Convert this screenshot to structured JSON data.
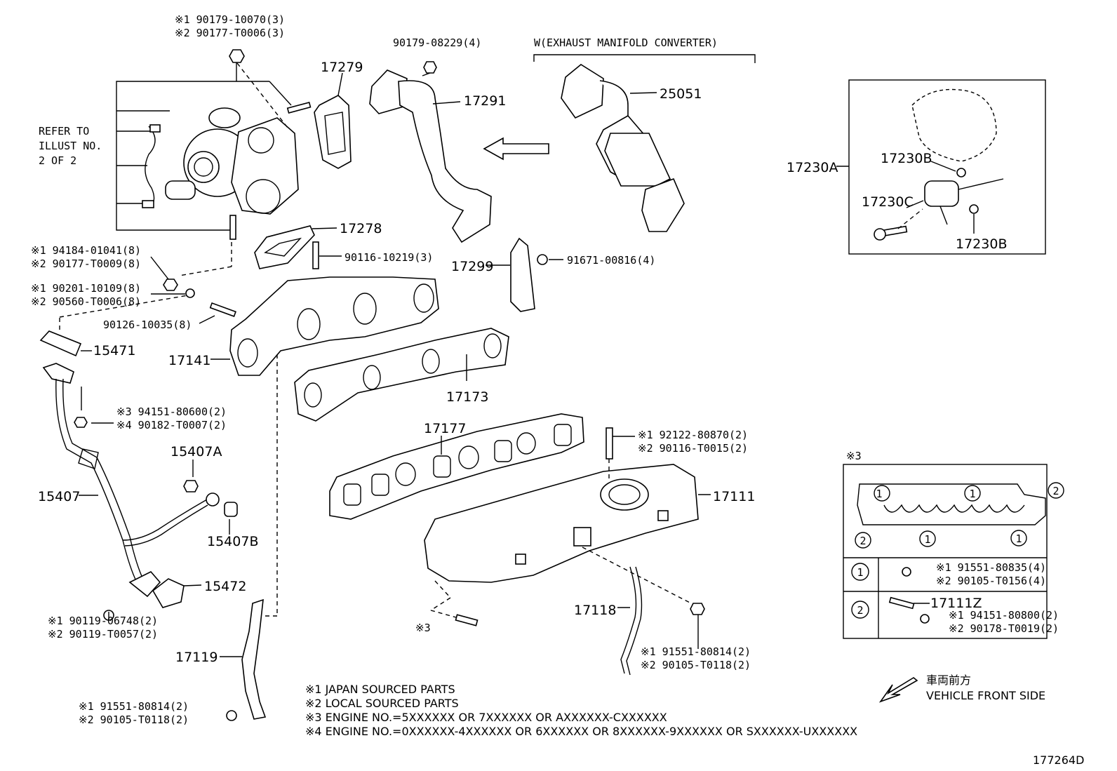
{
  "refer_note": [
    "REFER TO",
    "ILLUST NO.",
    "2 OF 2"
  ],
  "exhaust_header": "W(EXHAUST MANIFOLD CONVERTER)",
  "labels": {
    "p90179_10070": "※1 90179-10070(3)",
    "p90177_T0006": "※2 90177-T0006(3)",
    "p90179_08229": "90179-08229(4)",
    "p17279": "17279",
    "p17291": "17291",
    "p25051": "25051",
    "p17278": "17278",
    "p90116_10219": "90116-10219(3)",
    "p17299": "17299",
    "p91671_00816": "91671-00816(4)",
    "p94184_01041": "※1 94184-01041(8)",
    "p90177_T0009": "※2 90177-T0009(8)",
    "p90201_10109": "※1 90201-10109(8)",
    "p90560_T0006": "※2 90560-T0006(8)",
    "p90126_10035": "90126-10035(8)",
    "p15471": "15471",
    "p17141": "17141",
    "p17173": "17173",
    "p94151_80600": "※3 94151-80600(2)",
    "p90182_T0007": "※4 90182-T0007(2)",
    "p15407A": "15407A",
    "p15407": "15407",
    "p15407B": "15407B",
    "p15472": "15472",
    "p90119_06748": "※1 90119-06748(2)",
    "p90119_T0057": "※2 90119-T0057(2)",
    "p17177": "17177",
    "p92122_80870": "※1 92122-80870(2)",
    "p90116_T0015": "※2 90116-T0015(2)",
    "p17111": "17111",
    "p17118": "17118",
    "p91551_80814a": "※1 91551-80814(2)",
    "p90105_T0118a": "※2 90105-T0118(2)",
    "p_star3": "※3",
    "p17119": "17119",
    "p91551_80814b": "※1 91551-80814(2)",
    "p90105_T0118b": "※2 90105-T0118(2)",
    "p17230A": "17230A",
    "p17230B_top": "17230B",
    "p17230C": "17230C",
    "p17230B_bot": "17230B",
    "p91551_80835": "※1 91551-80835(4)",
    "p90105_T0156": "※2 90105-T0156(4)",
    "p17111Z": "17111Z",
    "p94151_80800": "※1 94151-80800(2)",
    "p90178_T0019": "※2 90178-T0019(2)"
  },
  "inset3": {
    "title": "※3",
    "marker1": "1",
    "marker2": "2"
  },
  "notes": [
    "※1 JAPAN SOURCED PARTS",
    "※2 LOCAL SOURCED PARTS",
    "※3 ENGINE NO.=5XXXXXX OR 7XXXXXX OR AXXXXXX-CXXXXXX",
    "※4 ENGINE NO.=0XXXXXX-4XXXXXX OR 6XXXXXX OR 8XXXXXX-9XXXXXX OR SXXXXXX-UXXXXXX"
  ],
  "front_side": {
    "jp": "車両前方",
    "en": "VEHICLE FRONT SIDE"
  },
  "figure_id": "177264D"
}
